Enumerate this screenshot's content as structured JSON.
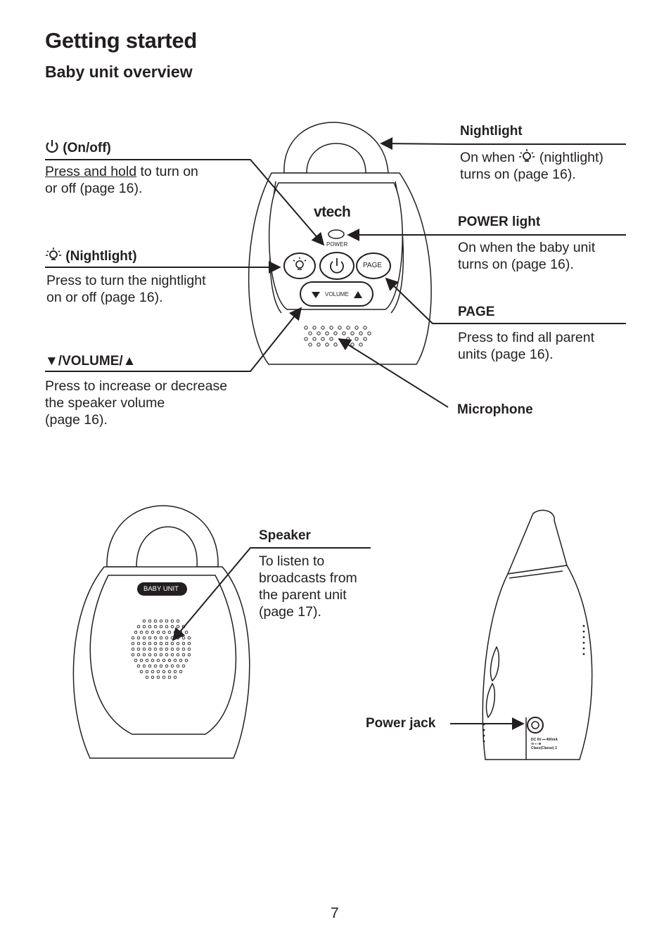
{
  "page": {
    "title": "Getting started",
    "subtitle": "Baby unit overview",
    "page_number": "7"
  },
  "brand": {
    "logo": "vtech"
  },
  "device_labels": {
    "power": "POWER",
    "page_button": "PAGE",
    "volume": "VOLUME",
    "baby_unit_badge": "BABY UNIT",
    "rating_line1": "DC 6V ⎓ 400mA",
    "rating_line2": "⊖-◐-⊕",
    "rating_line3": "Class(Classe) 2"
  },
  "callouts": {
    "on_off": {
      "icon": "power-icon",
      "label": "(On/off)",
      "desc_underlined": "Press and hold",
      "desc_rest1": " to turn on",
      "desc_line2": "or off (page 16)."
    },
    "nightlight_button": {
      "icon": "nightlight-icon",
      "label": "(Nightlight)",
      "desc_line1": "Press to turn the nightlight",
      "desc_line2": "on or off (page 16)."
    },
    "volume": {
      "label": "▼/VOLUME/▲",
      "desc_line1": "Press to increase or decrease",
      "desc_line2": "the speaker volume",
      "desc_line3": "(page 16)."
    },
    "nightlight": {
      "label": "Nightlight",
      "desc_pre": "On when ",
      "desc_icon": "nightlight-icon",
      "desc_post": " (nightlight)",
      "desc_line2": "turns on (page 16)."
    },
    "power_light": {
      "label": "POWER light",
      "desc_line1": "On when the baby unit",
      "desc_line2": "turns on (page 16)."
    },
    "page": {
      "label": "PAGE",
      "desc_line1": "Press to find all parent",
      "desc_line2": "units (page 16)."
    },
    "microphone": {
      "label": "Microphone"
    },
    "speaker": {
      "label": "Speaker",
      "desc_line1": "To listen to",
      "desc_line2": "broadcasts from",
      "desc_line3": "the parent unit",
      "desc_line4": "(page 17)."
    },
    "power_jack": {
      "label": "Power jack"
    }
  }
}
